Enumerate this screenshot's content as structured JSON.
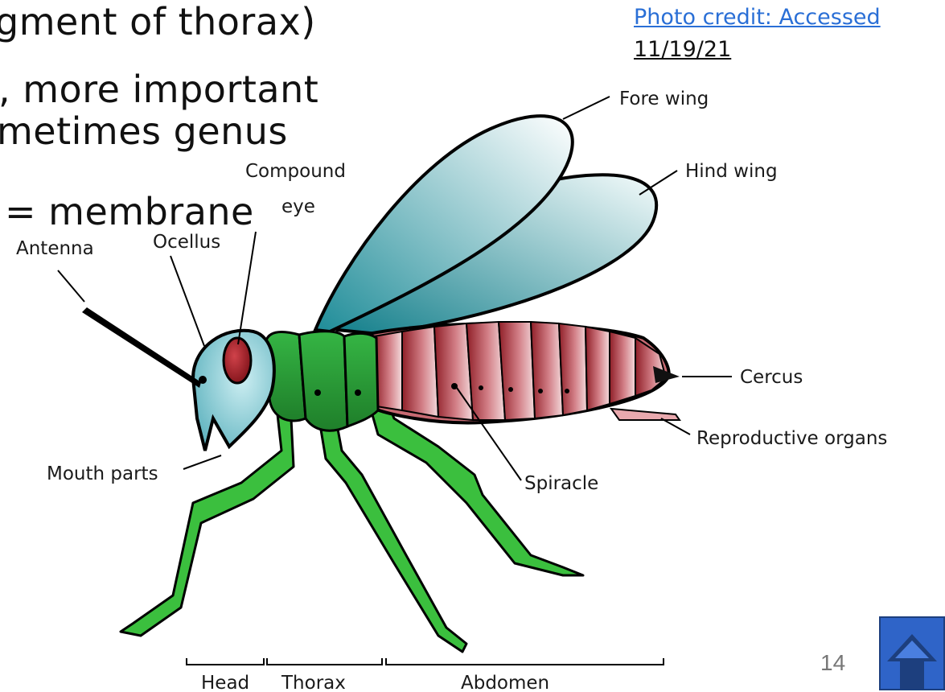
{
  "slide": {
    "lines": [
      "gment of thorax)",
      ", more important",
      "metimes genus",
      "= membrane"
    ],
    "page_number": "14"
  },
  "credit": {
    "link_text": "Photo credit: Accessed",
    "date": "11/19/21"
  },
  "diagram": {
    "labels": {
      "fore_wing": "Fore wing",
      "hind_wing": "Hind wing",
      "compound": "Compound",
      "eye": "eye",
      "antenna": "Antenna",
      "ocellus": "Ocellus",
      "cercus": "Cercus",
      "reproductive": "Reproductive organs",
      "mouth_parts": "Mouth parts",
      "spiracle": "Spiracle",
      "head": "Head",
      "thorax": "Thorax",
      "abdomen": "Abdomen"
    },
    "colors": {
      "head": "#8fcbd4",
      "thorax": "#2fa33a",
      "abdomen": "#c76a72",
      "eye": "#9b1c22",
      "wing": "#4fa9b3",
      "legs": "#3bbf3e"
    }
  },
  "navigation": {
    "back_icon": "up-arrow-icon",
    "button_color": "#2f64c8"
  }
}
